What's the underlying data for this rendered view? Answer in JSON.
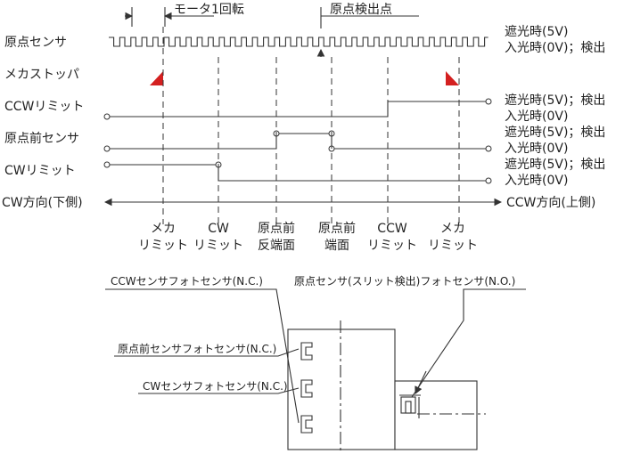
{
  "timing": {
    "top_labels": {
      "motor_rotation": "モータ1回転",
      "origin_point": "原点検出点"
    },
    "rows": [
      {
        "label": "原点センサ"
      },
      {
        "label": "メカストッパ"
      },
      {
        "label": "CCWリミット"
      },
      {
        "label": "原点前センサ"
      },
      {
        "label": "CWリミット"
      }
    ],
    "right_labels": {
      "origin_1": "遮光時(5V)",
      "origin_2": "入光時(0V)；検出",
      "ccw_1": "遮光時(5V)；検出",
      "ccw_2": "入光時(0V)",
      "pre_1": "遮光時(5V)；検出",
      "pre_2": "入光時(0V)",
      "cw_1": "遮光時(5V)；検出",
      "cw_2": "入光時(0V)"
    },
    "direction": {
      "left": "CW方向(下側)",
      "right": "CCW方向(上側)"
    },
    "positions": [
      {
        "line1": "メカ",
        "line2": "リミット"
      },
      {
        "line1": "CW",
        "line2": "リミット"
      },
      {
        "line1": "原点前",
        "line2": "反端面"
      },
      {
        "line1": "原点前",
        "line2": "端面"
      },
      {
        "line1": "CCW",
        "line2": "リミット"
      },
      {
        "line1": "メカ",
        "line2": "リミット"
      }
    ],
    "colors": {
      "stopper": "#d42020",
      "line": "#333333"
    }
  },
  "mechanism": {
    "labels": {
      "ccw_sensor": "CCWセンサフォトセンサ(N.C.)",
      "origin_sensor": "原点センサ(スリット検出)フォトセンサ(N.O.)",
      "pre_origin_sensor": "原点前センサフォトセンサ(N.C.)",
      "cw_sensor": "CWセンサフォトセンサ(N.C.)"
    }
  }
}
